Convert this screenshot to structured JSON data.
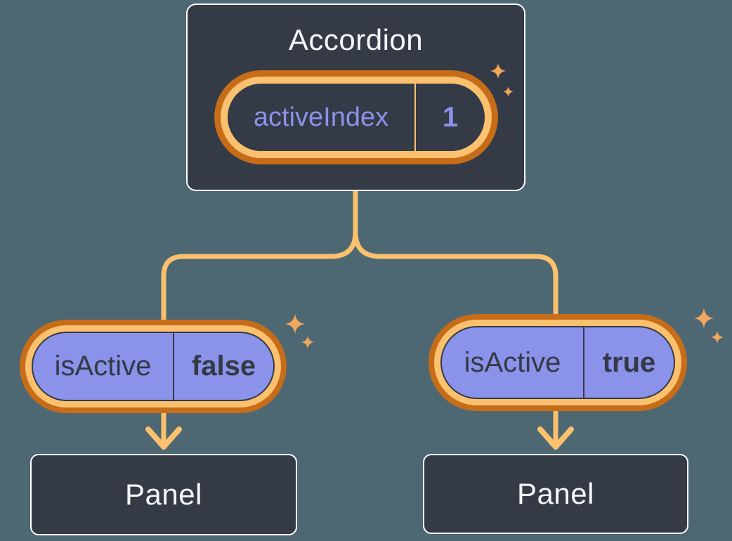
{
  "diagram": {
    "accordion": {
      "title": "Accordion",
      "state": {
        "name": "activeIndex",
        "value": "1"
      }
    },
    "children": [
      {
        "prop_name": "isActive",
        "prop_value": "false",
        "panel_label": "Panel"
      },
      {
        "prop_name": "isActive",
        "prop_value": "true",
        "panel_label": "Panel"
      }
    ]
  },
  "icons": {
    "sparkles": "sparkle-icon"
  },
  "colors": {
    "background": "#4D6873",
    "box-fill": "#343A46",
    "box-border": "#FFFFFF",
    "pill-purple": "#8B92E9",
    "ring-light": "#FBC16E",
    "ring-dark": "#C76C18",
    "line": "#FBC16E",
    "sparkle": "#F2A85C",
    "text-light": "#F6F7F9",
    "text-dark": "#333A45"
  }
}
